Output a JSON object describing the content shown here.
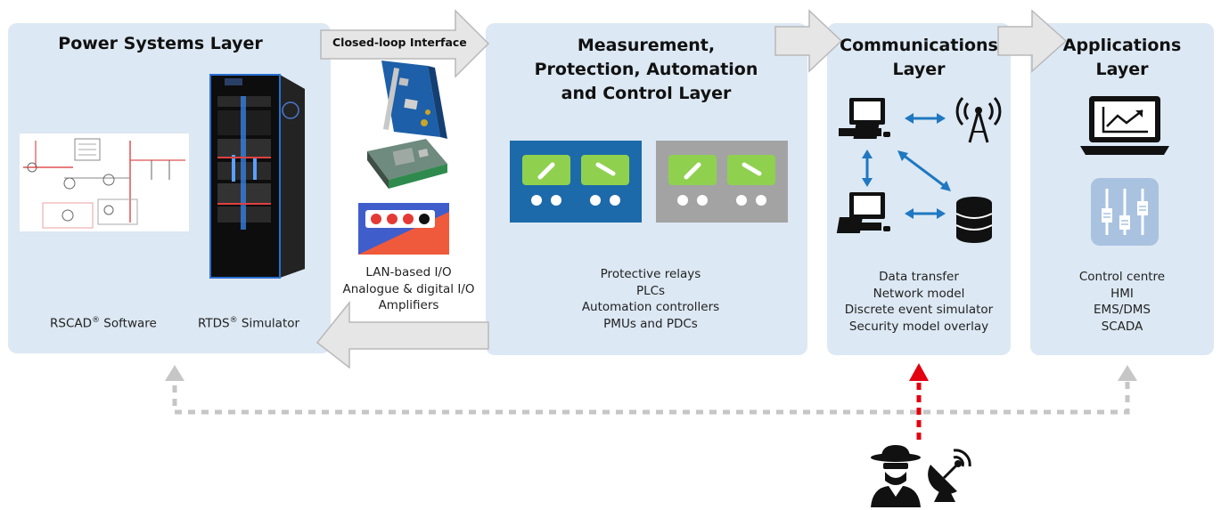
{
  "power": {
    "title": "Power Systems Layer",
    "rscad_name": "RSCAD",
    "rscad_suffix": " Software",
    "rtds_name": "RTDS",
    "rtds_suffix": " Simulator",
    "registered_mark": "®"
  },
  "interface": {
    "label": "Closed-loop Interface",
    "items": [
      "LAN-based I/O",
      "Analogue & digital I/O",
      "Amplifiers"
    ]
  },
  "measurement": {
    "title": "Measurement,\nProtection, Automation\nand Control Layer",
    "items": [
      "Protective relays",
      "PLCs",
      "Automation controllers",
      "PMUs and PDCs"
    ]
  },
  "communications": {
    "title": "Communications\nLayer",
    "items": [
      "Data transfer",
      "Network model",
      "Discrete event simulator",
      "Security model overlay"
    ]
  },
  "applications": {
    "title": "Applications\nLayer",
    "items": [
      "Control centre",
      "HMI",
      "EMS/DMS",
      "SCADA"
    ]
  },
  "colors": {
    "panel": "#dce8f3",
    "arrow_fill": "#e6e6e6",
    "arrow_stroke": "#b8b8b8",
    "relay_blue": "#1c6aa9",
    "relay_grey": "#a3a3a3",
    "relay_green": "#8fd14f",
    "attack_red": "#e3000f",
    "feedback_grey": "#c6c6c6",
    "link_blue": "#1f78c1"
  },
  "icons": [
    "rack-simulator-icon",
    "schematic-icon",
    "io-card-icon",
    "amplifier-icon",
    "relay-icon",
    "computer-icon",
    "antenna-icon",
    "database-icon",
    "laptop-chart-icon",
    "sliders-icon",
    "hacker-icon",
    "satellite-dish-icon"
  ]
}
